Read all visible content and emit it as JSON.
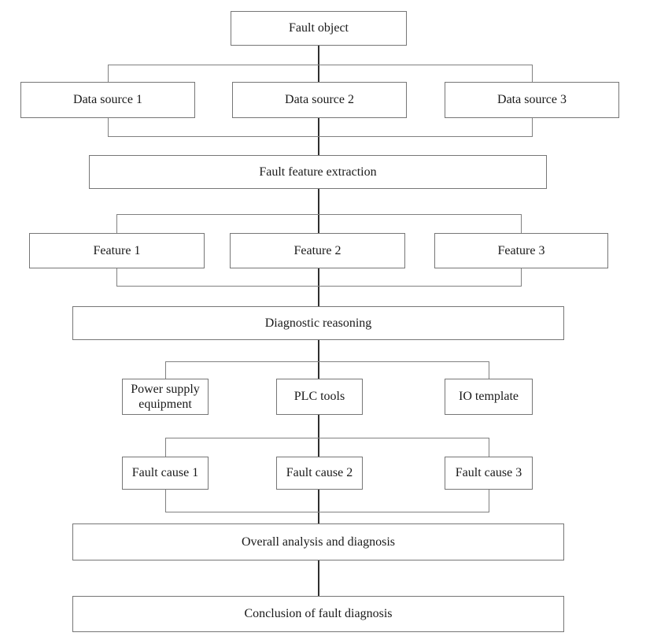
{
  "diagram": {
    "type": "flowchart",
    "nodes": {
      "fault_object": "Fault object",
      "data_source_1": "Data source 1",
      "data_source_2": "Data source 2",
      "data_source_3": "Data source 3",
      "fault_feature_extraction": "Fault feature extraction",
      "feature_1": "Feature 1",
      "feature_2": "Feature 2",
      "feature_3": "Feature 3",
      "diagnostic_reasoning": "Diagnostic reasoning",
      "power_supply_equipment": "Power supply equipment",
      "plc_tools": "PLC tools",
      "io_template": "IO template",
      "fault_cause_1": "Fault cause 1",
      "fault_cause_2": "Fault cause 2",
      "fault_cause_3": "Fault cause 3",
      "overall_analysis": "Overall analysis and diagnosis",
      "conclusion": "Conclusion of fault diagnosis"
    },
    "colors": {
      "background": "#ffffff",
      "box_border": "#767676",
      "connector": "#808080",
      "spine": "#2f2f2f",
      "text": "#1a1a1a"
    }
  }
}
